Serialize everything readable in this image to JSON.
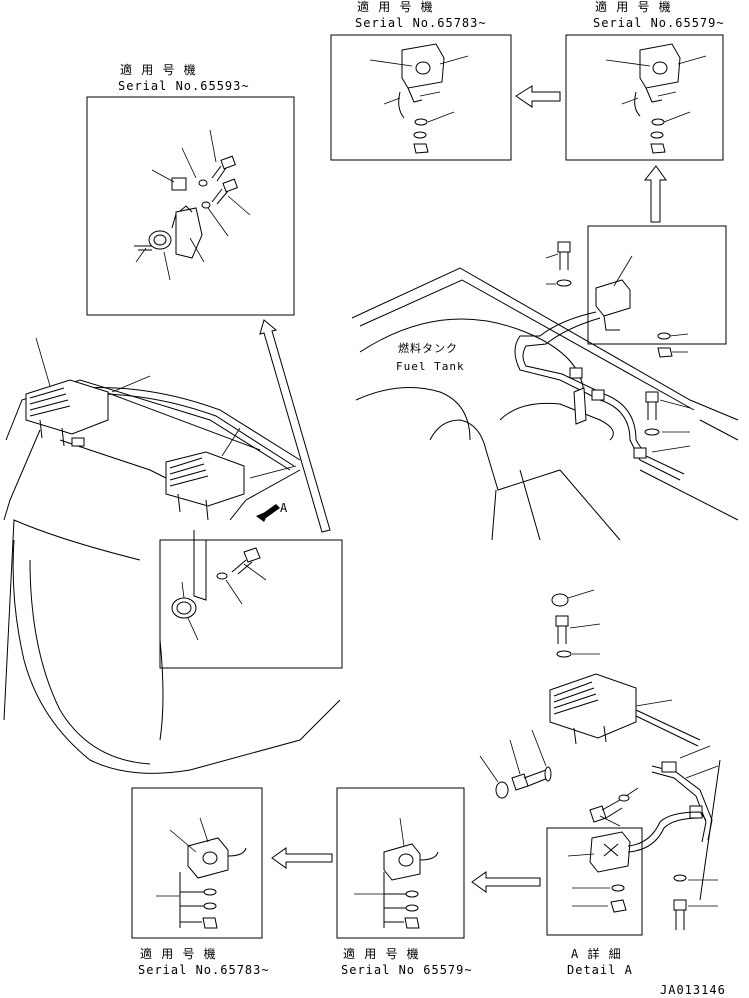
{
  "labels": {
    "applicable_jp": "適 用 号 機",
    "serial_65593": "Serial No.65593~",
    "serial_65783_top": "Serial No.65783~",
    "serial_65579_top": "Serial No.65579~",
    "fuel_tank_jp": "燃料タンク",
    "fuel_tank_en": "Fuel Tank",
    "view_a": "A",
    "detail_a_jp": "A 詳 細",
    "detail_a_en": "Detail A",
    "serial_65783_bottom": "Serial No.65783~",
    "serial_65579_bottom": "Serial No 65579~",
    "figure_code": "JA013146"
  }
}
